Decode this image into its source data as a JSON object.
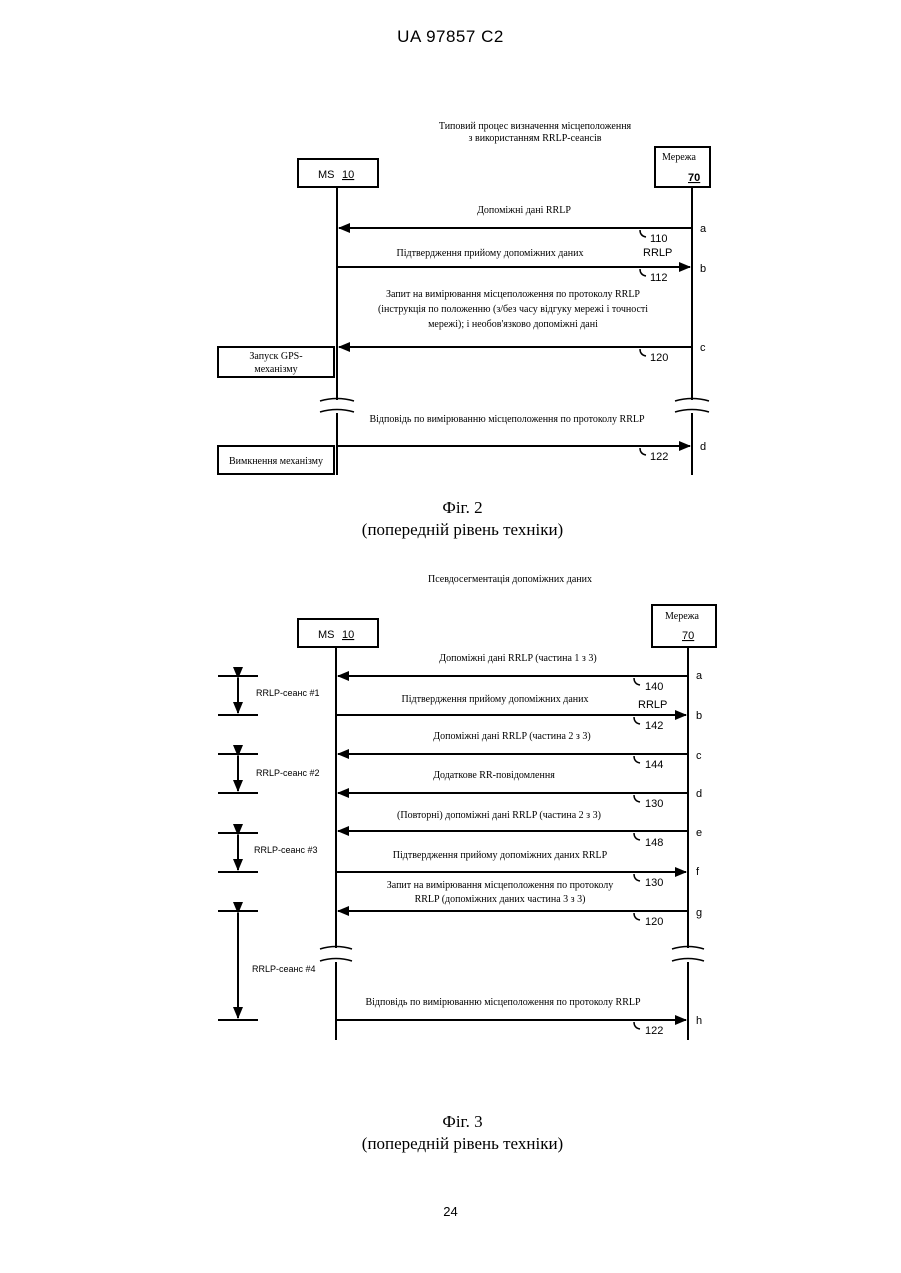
{
  "header": "UA   97857   C2",
  "page_number": "24",
  "fig2": {
    "title_lines": [
      "Типовий процес визначення місцеположення",
      "з використанням RRLP-сеансів"
    ],
    "ms_label": "MS",
    "ms_num": "10",
    "net_label": "Мережа",
    "net_num": "70",
    "msg_a": "Допоміжні дані RRLP",
    "ref_110": "110",
    "rrlp_label": "RRLP",
    "msg_b": "Підтвердження прийому допоміжних даних",
    "ref_112": "112",
    "msg_c_lines": [
      "Запит на вимірювання місцеположення по протоколу RRLP",
      "(інструкція по положенню (з/без часу відгуку мережі і точності",
      "мережі); і необов'язково допоміжні дані"
    ],
    "ref_120": "120",
    "box_gps_lines": [
      "Запуск GPS-",
      "механізму"
    ],
    "msg_d": "Відповідь по вимірюванню місцеположення по протоколу RRLP",
    "ref_122": "122",
    "box_off": "Вимкнення механізму",
    "letters": [
      "a",
      "b",
      "c",
      "d"
    ],
    "caption_title": "Фіг. 2",
    "caption_sub": "(попередній рівень техніки)"
  },
  "fig3": {
    "title": "Псевдосегментація допоміжних даних",
    "ms_label": "MS",
    "ms_num": "10",
    "net_label": "Мережа",
    "net_num": "70",
    "msg_a": "Допоміжні дані RRLP (частина 1 з 3)",
    "ref_140": "140",
    "rrlp_label": "RRLP",
    "msg_b": "Підтвердження прийому допоміжних даних",
    "ref_142": "142",
    "msg_c": "Допоміжні дані RRLP (частина 2 з 3)",
    "ref_144": "144",
    "msg_d": "Додаткове RR-повідомлення",
    "ref_130a": "130",
    "msg_e": "(Повторні) допоміжні дані RRLP (частина 2 з 3)",
    "ref_148": "148",
    "msg_f": "Підтвердження прийому допоміжних даних RRLP",
    "ref_130b": "130",
    "msg_g_lines": [
      "Запит на вимірювання місцеположення по протоколу",
      "RRLP (допоміжних даних частина 3 з 3)"
    ],
    "ref_120": "120",
    "msg_h": "Відповідь по вимірюванню місцеположення по протоколу RRLP",
    "ref_122": "122",
    "session1": "RRLP-сеанс #1",
    "session2": "RRLP-сеанс #2",
    "session3": "RRLP-сеанс #3",
    "session4": "RRLP-сеанс #4",
    "letters": [
      "a",
      "b",
      "c",
      "d",
      "e",
      "f",
      "g",
      "h"
    ],
    "caption_title": "Фіг. 3",
    "caption_sub": "(попередній рівень техніки)"
  }
}
